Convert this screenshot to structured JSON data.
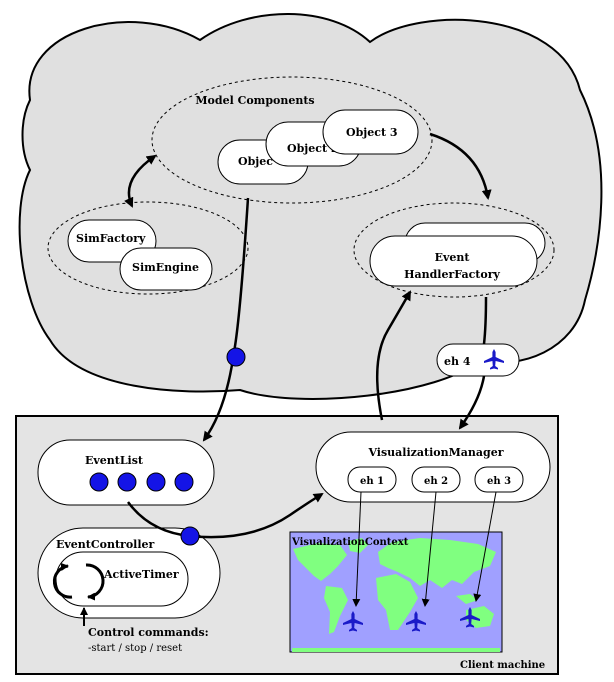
{
  "model": {
    "title": "Model Components",
    "objects": [
      "Objec",
      "Object 2",
      "Object 3"
    ]
  },
  "sim": {
    "factory": "SimFactory",
    "engine": "SimEngine"
  },
  "event_handler_factory": {
    "line1": "Event",
    "line2": "HandlerFactory"
  },
  "eh4": {
    "label": "eh 4"
  },
  "event_list": {
    "title": "EventList"
  },
  "visualization_manager": {
    "title": "VisualizationManager",
    "handlers": [
      "eh 1",
      "eh 2",
      "eh 3"
    ]
  },
  "event_controller": {
    "title": "EventController",
    "timer": "ActiveTimer"
  },
  "visualization_context": {
    "title": "VisualizationContext"
  },
  "control": {
    "title": "Control commands:",
    "commands": "-start / stop / reset"
  },
  "client_machine": {
    "label": "Client machine"
  },
  "colors": {
    "token": "#1414e6",
    "map_sea": "#a0a0ff",
    "map_land": "#80ff80",
    "airplane": "#1a1ac8",
    "cloud": "#e0e0e0",
    "client_bg": "#e4e4e4"
  }
}
